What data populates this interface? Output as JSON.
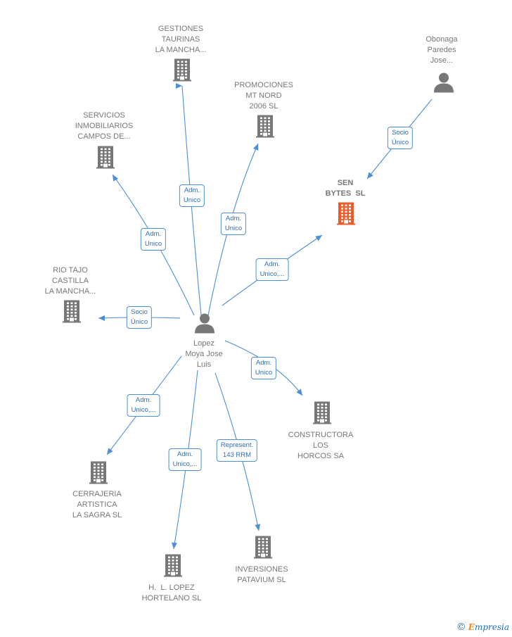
{
  "center": {
    "label": [
      "Lopez",
      "Moya Jose",
      "Luis"
    ]
  },
  "nodes": {
    "gestiones": {
      "label": [
        "GESTIONES",
        "TAURINAS",
        "LA MANCHA..."
      ]
    },
    "promociones": {
      "label": [
        "PROMOCIONES",
        "MT NORD",
        "2006 SL"
      ]
    },
    "servicios": {
      "label": [
        "SERVICIOS",
        "INMOBILIARIOS",
        "CAMPOS DE..."
      ]
    },
    "obonaga": {
      "label": [
        "Obonaga",
        "Paredes",
        "Jose..."
      ]
    },
    "senbytes": {
      "label": [
        "SEN",
        "BYTES  SL"
      ]
    },
    "riotajo": {
      "label": [
        "RIO TAJO",
        "CASTILLA",
        "LA MANCHA..."
      ]
    },
    "constructora": {
      "label": [
        "CONSTRUCTORA",
        "LOS",
        "HORCOS SA"
      ]
    },
    "cerrajeria": {
      "label": [
        "CERRAJERIA",
        "ARTISTICA",
        "LA SAGRA SL"
      ]
    },
    "inversiones": {
      "label": [
        "INVERSIONES",
        "PATAVIUM SL"
      ]
    },
    "hlopez": {
      "label": [
        "H.  L. LOPEZ",
        "HORTELANO SL"
      ]
    }
  },
  "edges": {
    "gestiones": [
      "Adm.",
      "Unico"
    ],
    "promociones": [
      "Adm.",
      "Unico"
    ],
    "servicios": [
      "Adm.",
      "Unico"
    ],
    "obonaga": [
      "Socio",
      "Único"
    ],
    "senbytes": [
      "Adm.",
      "Unico,..."
    ],
    "riotajo": [
      "Socio",
      "Único"
    ],
    "constructora": [
      "Adm.",
      "Unico"
    ],
    "cerrajeria": [
      "Adm.",
      "Unico,..."
    ],
    "inversiones": [
      "Represent.",
      "143 RRM"
    ],
    "hlopez": [
      "Adm.",
      "Unico,..."
    ]
  },
  "colors": {
    "edge": "#4a8fd8",
    "icon": "#777777",
    "highlight": "#f05a28"
  },
  "brand": {
    "copyright": "©",
    "initial": "E",
    "rest": "mpresia"
  }
}
